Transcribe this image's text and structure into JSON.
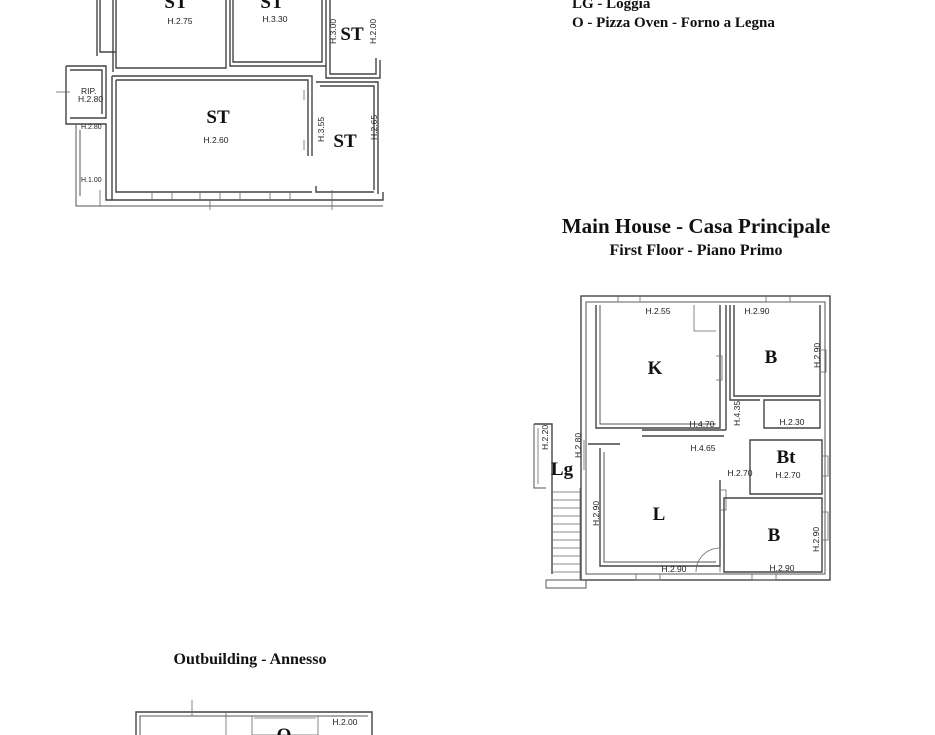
{
  "legend": {
    "loggia": "LG -  Loggia",
    "oven": "O - Pizza Oven - Forno a Legna"
  },
  "main_house": {
    "title": "Main House - Casa Principale",
    "subtitle": "First Floor - Piano Primo",
    "rooms": {
      "kitchen": "K",
      "bedroom_1": "B",
      "bath": "Bt",
      "loggia": "Lg",
      "living": "L",
      "bedroom_2": "B"
    },
    "heights": {
      "k_top": "H.2.55",
      "b1_top": "H.2.90",
      "b1_side": "H.2.90",
      "corridor": "H.4.35",
      "closet": "H.2.30",
      "k_bottom": "H.4.70",
      "hall": "H.4.65",
      "lg_a": "H.2.20",
      "lg_b": "H.2.80",
      "landing": "H.2.70",
      "bath": "H.2.70",
      "living_side": "H.2.90",
      "living_bottom": "H.2.90",
      "b2_side": "H.2.90",
      "b2_bottom": "H.2.90"
    }
  },
  "ground_floor": {
    "rooms": {
      "st1": "ST",
      "st2": "ST",
      "st3": "ST",
      "st_main": "ST",
      "st5": "ST",
      "rip": "RIP."
    },
    "heights": {
      "st1": "H.2.75",
      "st2": "H.3.30",
      "st3_a": "H.3.00",
      "st3_b": "H.2.00",
      "st_main": "H.2.60",
      "st5_a": "H.3.55",
      "st5_b": "H.2.65",
      "rip": "H.2.80",
      "side_a": "H.2.80",
      "side_b": "H.1.00"
    }
  },
  "outbuilding": {
    "title": "Outbuilding - Annesso",
    "room": "O",
    "height": "H.2.00"
  }
}
